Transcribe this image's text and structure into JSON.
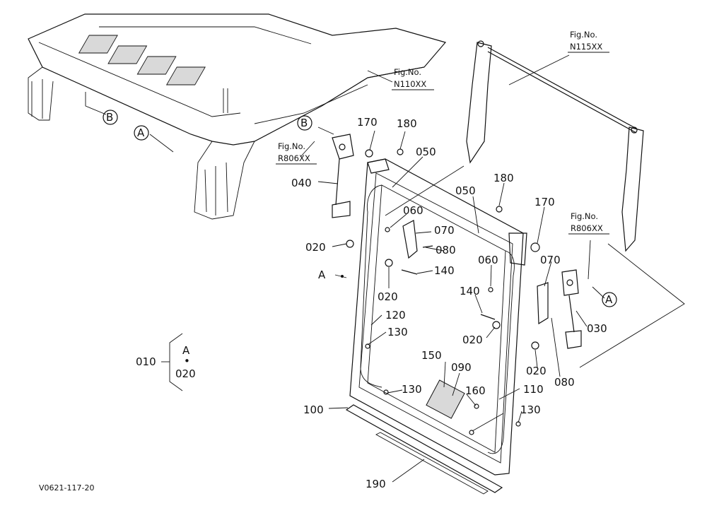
{
  "part_labels": {
    "p010": "010",
    "p020_a": "020",
    "p020_b": "020",
    "p020_c": "020",
    "p020_d": "020",
    "p020_e": "020",
    "p030": "030",
    "p040": "040",
    "p050_a": "050",
    "p050_b": "050",
    "p060_a": "060",
    "p060_b": "060",
    "p070_a": "070",
    "p070_b": "070",
    "p080_a": "080",
    "p080_b": "080",
    "p090": "090",
    "p100": "100",
    "p110": "110",
    "p120": "120",
    "p130_a": "130",
    "p130_b": "130",
    "p130_c": "130",
    "p140_a": "140",
    "p140_b": "140",
    "p150": "150",
    "p160": "160",
    "p170_a": "170",
    "p170_b": "170",
    "p180_a": "180",
    "p180_b": "180",
    "p190": "190"
  },
  "markers": {
    "a": "A",
    "b": "B"
  },
  "fig_refs": {
    "n115_label": "Fig.No.",
    "n115_code": "N115XX",
    "n110_label": "Fig.No.",
    "n110_code": "N110XX",
    "r806_left_label": "Fig.No.",
    "r806_left_code": "R806XX",
    "r806_right_label": "Fig.No.",
    "r806_right_code": "R806XX"
  },
  "kit_bracket": {
    "a": "A",
    "dot": "•",
    "part": "020"
  },
  "drawing_code": "V0621-117-20"
}
